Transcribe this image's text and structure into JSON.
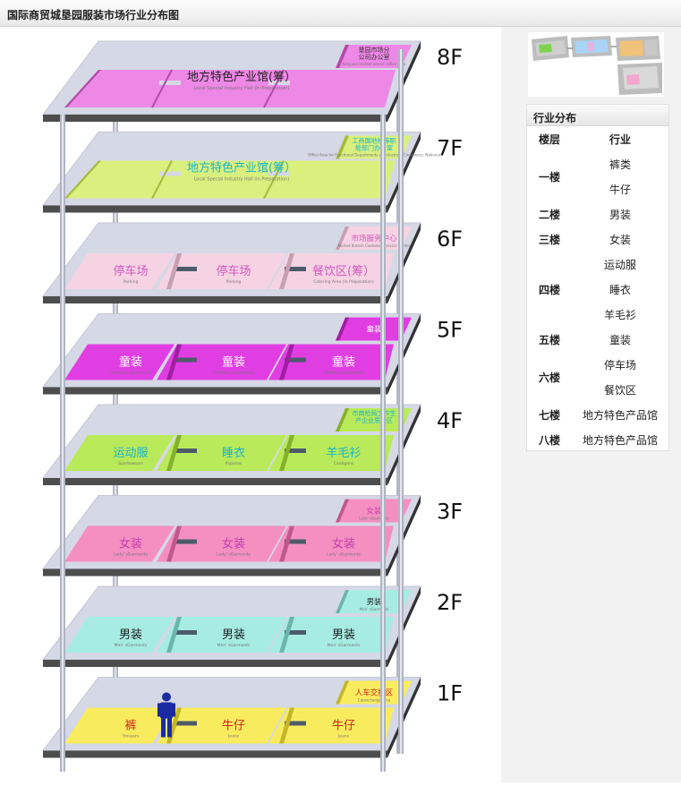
{
  "page": {
    "title": "国际商贸城垦园服装市场行业分布图"
  },
  "building": {
    "floors": [
      {
        "id": "8",
        "label": "8F",
        "color": "#ee88e6",
        "dark": "#b14caa",
        "halls": [
          {
            "cn": "地方特色产业馆(筹）",
            "en": "Local Special Industry Hall (In Preparation)",
            "text_color": "#222222"
          }
        ],
        "corner": {
          "cn": "垦园市场分公司办公室",
          "en": "Kenyuan market branch office area",
          "text_color": "#333333"
        }
      },
      {
        "id": "7",
        "label": "7F",
        "color": "#d9f07e",
        "dark": "#a4bb3e",
        "halls": [
          {
            "cn": "地方特色产业馆(筹）",
            "en": "Local Special Industry Hall (In Preparation)",
            "text_color": "#1bb3c9"
          }
        ],
        "corner": {
          "cn": "工商国地税等职能部门办公室",
          "en": "Office Area for Functional Departments of Industry & Commerce, National",
          "text_color": "#1bb3c9"
        }
      },
      {
        "id": "6",
        "label": "6F",
        "color": "#f6d3e3",
        "dark": "#c6a0b2",
        "halls": [
          {
            "cn": "停车场",
            "en": "Parking",
            "text_color": "#d05abf"
          },
          {
            "cn": "停车场",
            "en": "Parking",
            "text_color": "#d05abf"
          },
          {
            "cn": "餐饮区(筹）",
            "en": "Catering Area (In Preparation)",
            "text_color": "#d05abf"
          }
        ],
        "corner": {
          "cn": "市场服务中心",
          "en": "Market Branch Customer Service Center",
          "text_color": "#d05abf"
        }
      },
      {
        "id": "5",
        "label": "5F",
        "color": "#e03ee3",
        "dark": "#a11ea4",
        "halls": [
          {
            "cn": "童装",
            "en": "Children' sGarments",
            "text_color": "#ffffff"
          },
          {
            "cn": "童装",
            "en": "Children' sGarments",
            "text_color": "#ffffff"
          },
          {
            "cn": "童装",
            "en": "Children' sGarments",
            "text_color": "#ffffff"
          }
        ],
        "corner": {
          "cn": "童装",
          "en": "",
          "text_color": "#ffffff"
        }
      },
      {
        "id": "4",
        "label": "4F",
        "color": "#b9ea5a",
        "dark": "#85b12c",
        "halls": [
          {
            "cn": "运动服",
            "en": "Sportswears",
            "text_color": "#1bb3c9"
          },
          {
            "cn": "睡衣",
            "en": "Pajamas",
            "text_color": "#1bb3c9"
          },
          {
            "cn": "羊毛衫",
            "en": "Cardigans",
            "text_color": "#1bb3c9"
          }
        ],
        "corner": {
          "cn": "市商检局工作生产企业质检区",
          "en": "",
          "text_color": "#1bb3c9"
        }
      },
      {
        "id": "3",
        "label": "3F",
        "color": "#f48fc0",
        "dark": "#c1588d",
        "halls": [
          {
            "cn": "女装",
            "en": "Lady' sGarments",
            "text_color": "#c43fb1"
          },
          {
            "cn": "女装",
            "en": "Lady' sGarments",
            "text_color": "#c43fb1"
          },
          {
            "cn": "女装",
            "en": "Lady' sGarments",
            "text_color": "#c43fb1"
          }
        ],
        "corner": {
          "cn": "女装",
          "en": "Lady' sGarments",
          "text_color": "#c43fb1"
        }
      },
      {
        "id": "2",
        "label": "2F",
        "color": "#a6ece2",
        "dark": "#6cb5ab",
        "halls": [
          {
            "cn": "男装",
            "en": "Men' sGarments",
            "text_color": "#222222"
          },
          {
            "cn": "男装",
            "en": "Men' sGarments",
            "text_color": "#222222"
          },
          {
            "cn": "男装",
            "en": "Men' sGarments",
            "text_color": "#222222"
          }
        ],
        "corner": {
          "cn": "男装",
          "en": "Men' sGarments",
          "text_color": "#222222"
        }
      },
      {
        "id": "1",
        "label": "1F",
        "color": "#f8ec5e",
        "dark": "#c4b62a",
        "halls": [
          {
            "cn": "裤",
            "en": "Trousers",
            "text_color": "#cc2222"
          },
          {
            "cn": "牛仔",
            "en": "Jeans",
            "text_color": "#cc2222"
          },
          {
            "cn": "牛仔",
            "en": "Jeans",
            "text_color": "#cc2222"
          }
        ],
        "corner": {
          "cn": "人车交换区",
          "en": "Carexchange area",
          "text_color": "#cc2222"
        }
      }
    ]
  },
  "industry_panel": {
    "title": "行业分布",
    "headers": {
      "floor": "楼层",
      "industry": "行业"
    },
    "groups": [
      {
        "floor": "一楼",
        "industries": [
          "裤类",
          "牛仔"
        ]
      },
      {
        "floor": "二楼",
        "industries": [
          "男装"
        ]
      },
      {
        "floor": "三楼",
        "industries": [
          "女装"
        ]
      },
      {
        "floor": "",
        "industries": [
          "运动服"
        ]
      },
      {
        "floor": "四楼",
        "industries": [
          "睡衣"
        ]
      },
      {
        "floor": "",
        "industries": [
          "羊毛衫"
        ]
      },
      {
        "floor": "五楼",
        "industries": [
          "童装"
        ]
      },
      {
        "floor": "六楼",
        "industries": [
          "停车场",
          "餐饮区"
        ]
      },
      {
        "floor": "七楼",
        "industries": [
          "地方特色产品馆"
        ]
      },
      {
        "floor": "八楼",
        "industries": [
          "地方特色产品馆"
        ]
      }
    ]
  },
  "icons": {
    "person": "person-icon"
  }
}
